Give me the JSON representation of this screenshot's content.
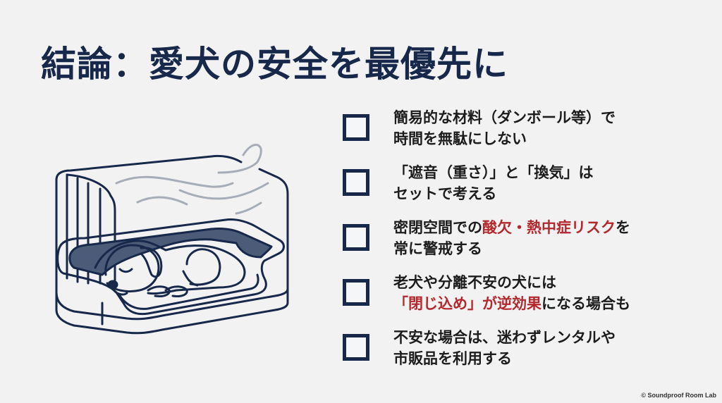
{
  "title": "結論：愛犬の安全を最優先に",
  "illustration": {
    "description": "sleeping-dog-in-ventilated-crate-bed",
    "line_color": "#17284a",
    "air_color": "#a7adb6",
    "cushion_color": "#4b5b78"
  },
  "checklist": {
    "items": [
      {
        "line1": [
          {
            "text": "簡易的な材料（ダンボール等）で",
            "red": false
          }
        ],
        "line2": [
          {
            "text": "時間を無駄にしない",
            "red": false
          }
        ]
      },
      {
        "line1": [
          {
            "text": "「遮音（重さ）」と「換気」は",
            "red": false
          }
        ],
        "line2": [
          {
            "text": "セットで考える",
            "red": false
          }
        ]
      },
      {
        "line1": [
          {
            "text": "密閉空間での",
            "red": false
          },
          {
            "text": "酸欠・熱中症リスク",
            "red": true
          },
          {
            "text": "を",
            "red": false
          }
        ],
        "line2": [
          {
            "text": "常に警戒する",
            "red": false
          }
        ]
      },
      {
        "line1": [
          {
            "text": "老犬や分離不安の犬には",
            "red": false
          }
        ],
        "line2": [
          {
            "text": "「閉じ込め」が逆効果",
            "red": true
          },
          {
            "text": "になる場合も",
            "red": false
          }
        ]
      },
      {
        "line1": [
          {
            "text": "不安な場合は、迷わずレンタルや",
            "red": false
          }
        ],
        "line2": [
          {
            "text": "市販品を利用する",
            "red": false
          }
        ]
      }
    ]
  },
  "colors": {
    "navy": "#17284a",
    "accent_red": "#b3282d",
    "background": "#f2f2f3"
  },
  "copyright": "© Soundproof Room Lab"
}
